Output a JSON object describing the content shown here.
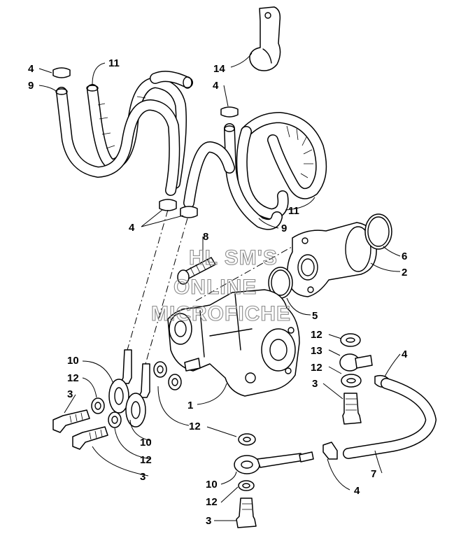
{
  "watermark": {
    "line1": "HL SM'S",
    "line2": "ONLINE",
    "line3": "MICROFICHE"
  },
  "callouts": {
    "c1": "1",
    "c2": "2",
    "c3a": "3",
    "c3b": "3",
    "c3c": "3",
    "c3d": "3",
    "c4a": "4",
    "c4b": "4",
    "c4c": "4",
    "c4d": "4",
    "c4e": "4",
    "c5": "5",
    "c6": "6",
    "c7": "7",
    "c8": "8",
    "c9a": "9",
    "c9b": "9",
    "c10a": "10",
    "c10b": "10",
    "c10c": "10",
    "c11a": "11",
    "c11b": "11",
    "c12a": "12",
    "c12b": "12",
    "c12c": "12",
    "c12d": "12",
    "c12e": "12",
    "c12f": "12",
    "c13": "13",
    "c14": "14"
  }
}
